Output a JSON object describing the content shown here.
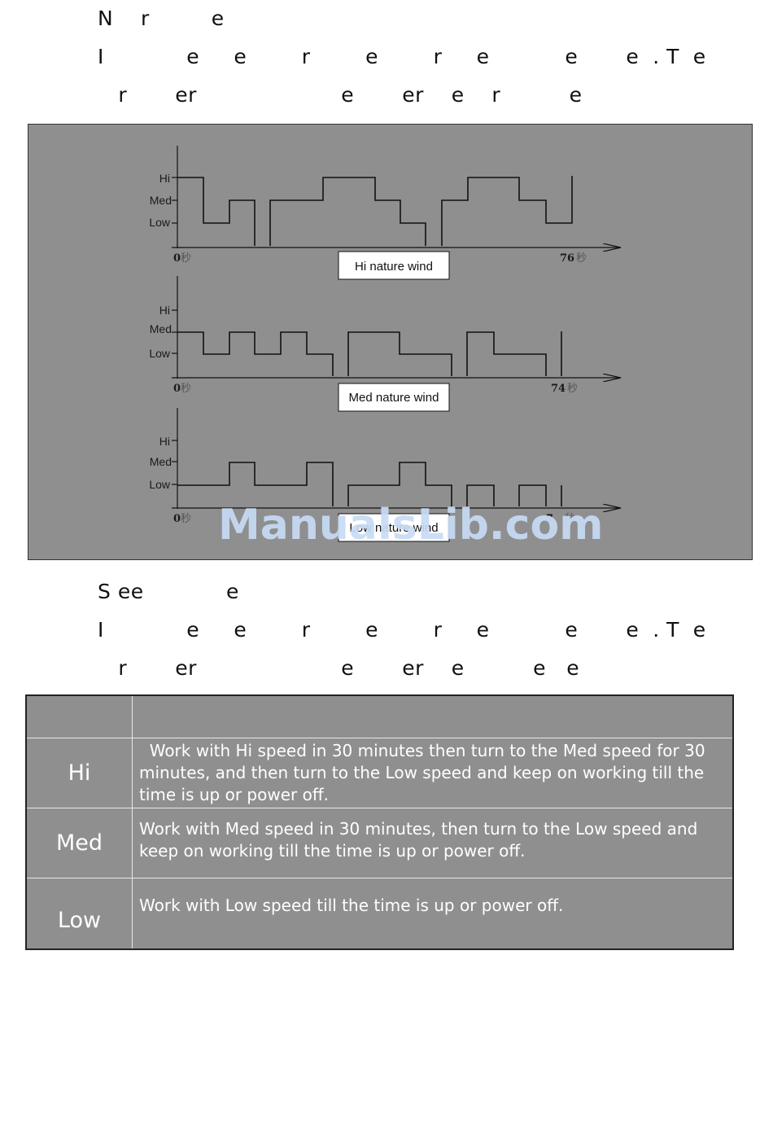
{
  "section1": {
    "title": "N    r         e",
    "line1": "I            e     e        r        e        r     e           e       e  . T  e",
    "line2": "   r       er                     e       er    e    r          e"
  },
  "diagrams": [
    {
      "caption": "Hi nature wind",
      "levels": [
        "Hi",
        "Med",
        "Low"
      ],
      "start": "0",
      "end": "76",
      "unit": "秒"
    },
    {
      "caption": "Med nature wind",
      "levels": [
        "Hi",
        "Med",
        "Low"
      ],
      "start": "0",
      "end": "74",
      "unit": "秒"
    },
    {
      "caption": "Low nature wind",
      "levels": [
        "Hi",
        "Med",
        "Low"
      ],
      "start": "0",
      "end": "7",
      "unit": "秒"
    }
  ],
  "watermark": "ManualsLib.com",
  "section2": {
    "title": "S ee            e",
    "line1": "I            e     e        r        e        r     e           e       e  . T  e",
    "line2": "   r       er                     e       er    e          e   e"
  },
  "table": {
    "header": [
      "",
      ""
    ],
    "rows": [
      {
        "mode": "Hi",
        "description": "  Work with Hi speed in 30 minutes then turn to the Med speed for 30 minutes, and then turn to the Low speed and keep on working till the time is up or power off."
      },
      {
        "mode": "Med",
        "description": "Work with Med speed in 30 minutes, then turn to the Low speed and keep on working till the time is up or power off."
      },
      {
        "mode": "Low",
        "description": "Work with Low speed till the time is up or power off."
      }
    ]
  }
}
